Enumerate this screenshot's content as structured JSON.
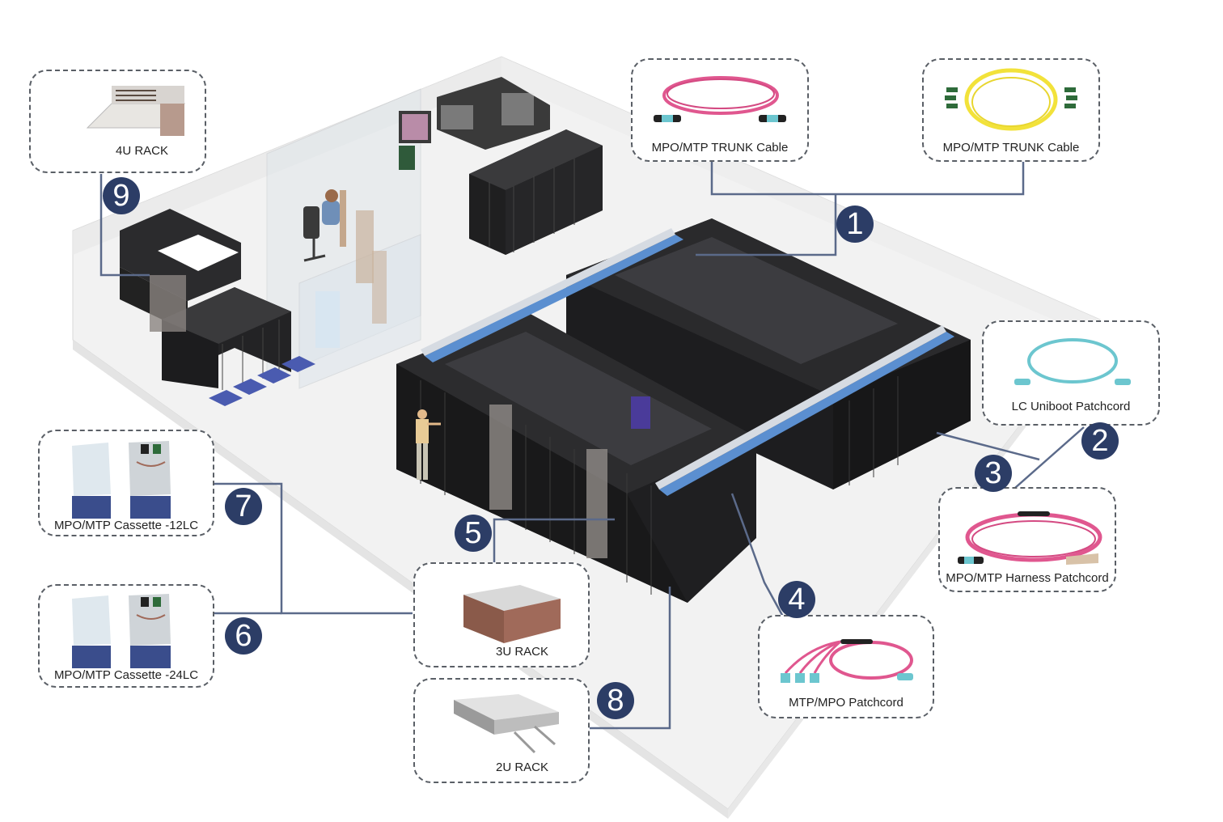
{
  "diagram": {
    "subject": "Data center fiber cabling overview",
    "callouts": [
      {
        "number": "1",
        "products": [
          "MPO/MTP TRUNK Cable",
          "MPO/MTP TRUNK Cable"
        ]
      },
      {
        "number": "2",
        "products": [
          "LC Uniboot Patchcord"
        ]
      },
      {
        "number": "3",
        "products": [
          "MPO/MTP Harness Patchcord"
        ]
      },
      {
        "number": "4",
        "products": [
          "MTP/MPO Patchcord"
        ]
      },
      {
        "number": "5",
        "products": [
          "3U RACK"
        ]
      },
      {
        "number": "6",
        "products": [
          "MPO/MTP Cassette -24LC"
        ]
      },
      {
        "number": "7",
        "products": [
          "MPO/MTP Cassette -12LC"
        ]
      },
      {
        "number": "8",
        "products": [
          "2U RACK"
        ]
      },
      {
        "number": "9",
        "products": [
          "4U RACK"
        ]
      }
    ]
  },
  "boxes": {
    "rack_4u": "4U RACK",
    "trunk_pink": "MPO/MTP TRUNK Cable",
    "trunk_yellow": "MPO/MTP TRUNK Cable",
    "lc_uniboot": "LC Uniboot Patchcord",
    "harness": "MPO/MTP Harness Patchcord",
    "cassette_12": "MPO/MTP Cassette -12LC",
    "cassette_24": "MPO/MTP Cassette -24LC",
    "rack_3u": "3U RACK",
    "rack_2u": "2U RACK",
    "mtp_patchcord": "MTP/MPO Patchcord"
  },
  "badges": {
    "b1": "1",
    "b2": "2",
    "b3": "3",
    "b4": "4",
    "b5": "5",
    "b6": "6",
    "b7": "7",
    "b8": "8",
    "b9": "9"
  },
  "colors": {
    "badge": "#2c3d66",
    "connector_line": "#5b6a8a",
    "rack": "#2a2a2c",
    "tray": "#5b8fd0",
    "pink_cable": "#e0578f",
    "yellow_cable": "#f2e23a",
    "aqua_cable": "#6cc6cf"
  }
}
